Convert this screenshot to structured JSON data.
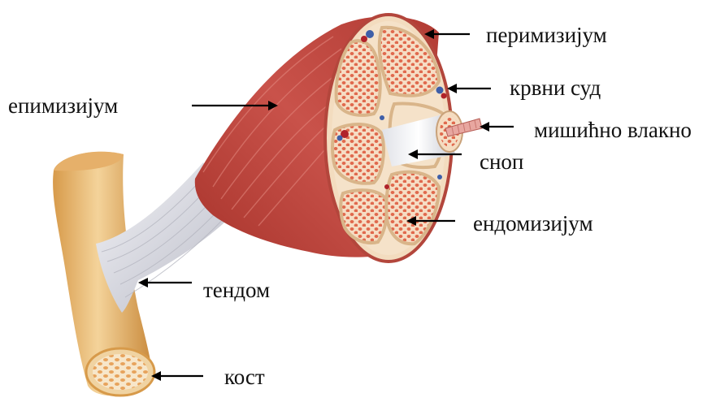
{
  "labels": {
    "perimysium": "перимизијум",
    "blood_vessel": "крвни суд",
    "muscle_fiber": "мишићно влакно",
    "fascicle": "сноп",
    "endomysium": "ендомизијум",
    "epimysium": "епимизијум",
    "tendon": "тендом",
    "bone": "кост"
  },
  "colors": {
    "muscle": "#c0463a",
    "muscle_dark": "#8f2a24",
    "bone": "#e9b870",
    "tendon": "#dcdde3",
    "connective": "#f2dcc0",
    "fiber_dots": "#e06a4e",
    "vessel_blue": "#3f5fa8",
    "vessel_red": "#b0222a"
  }
}
